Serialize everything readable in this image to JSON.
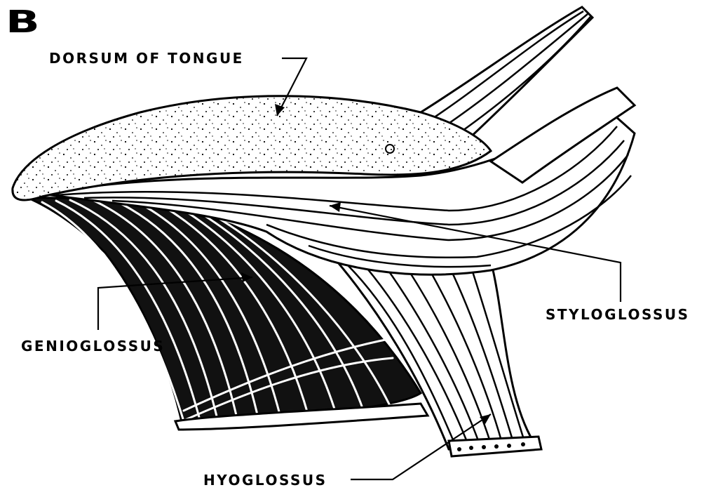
{
  "figure": {
    "panel_label": "B",
    "labels": {
      "dorsum": "DORSUM OF TONGUE",
      "genioglossus": "GENIOGLOSSUS",
      "styloglossus": "STYLOGLOSSUS",
      "hyoglossus": "HYOGLOSSUS"
    },
    "colors": {
      "ink": "#000000",
      "paper": "#ffffff"
    }
  }
}
